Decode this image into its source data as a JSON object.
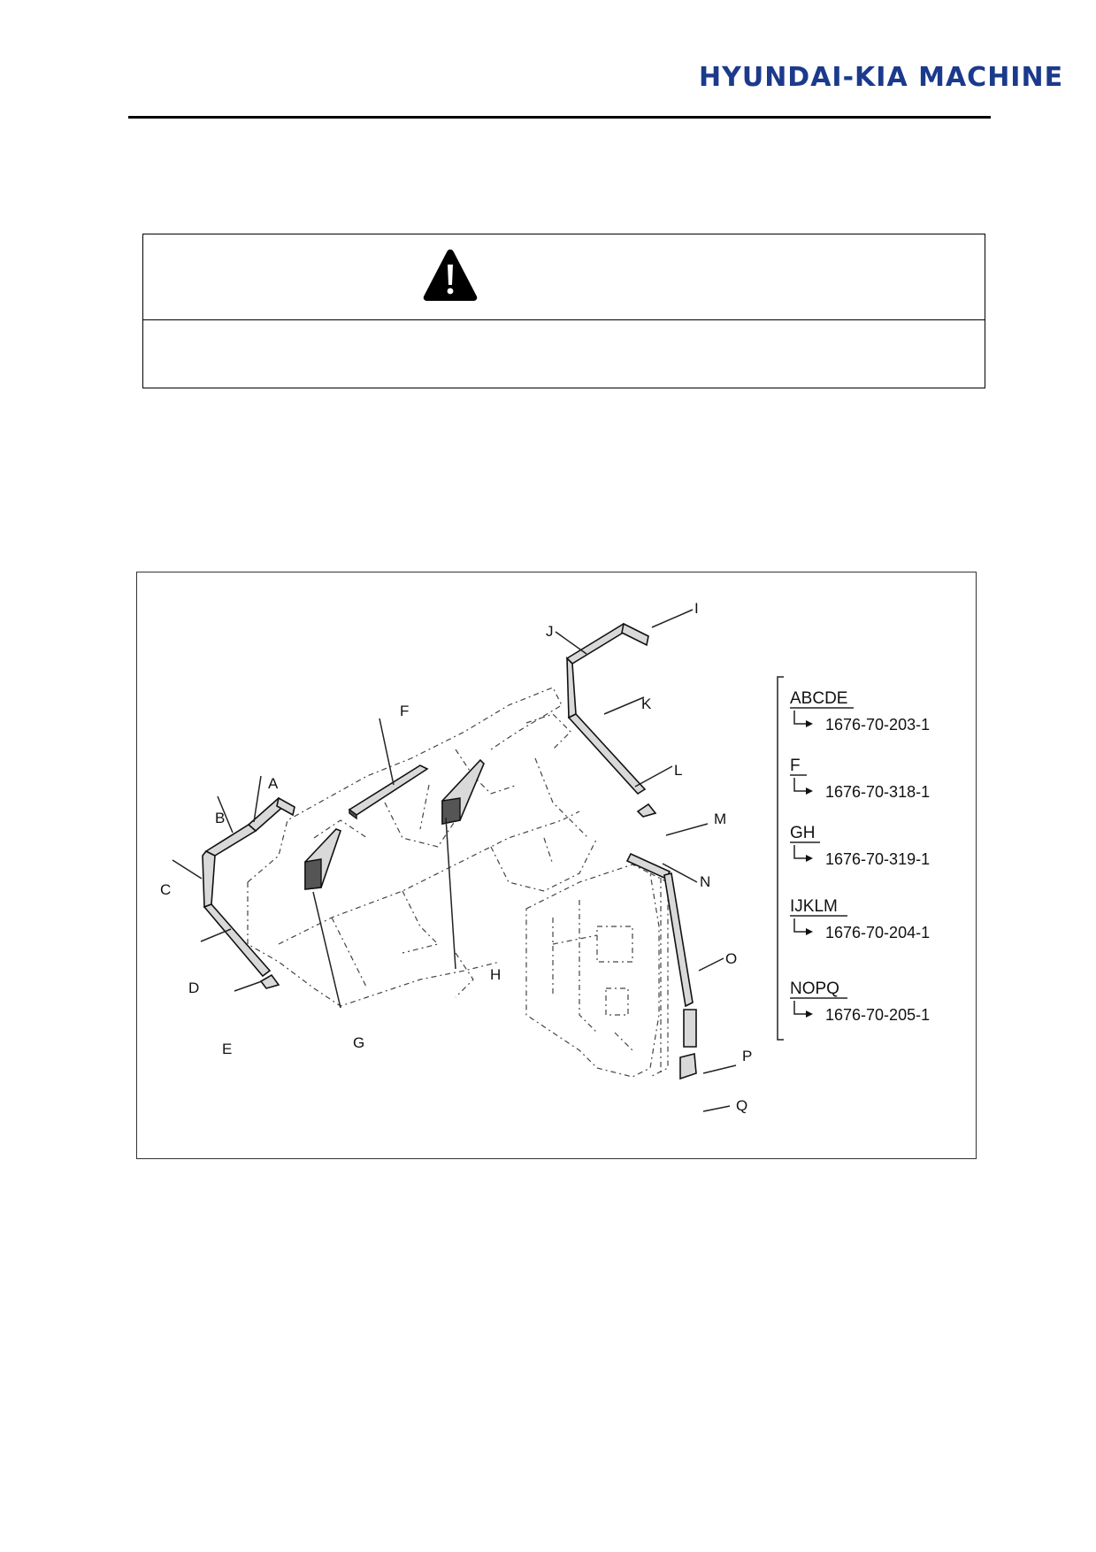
{
  "header": {
    "brand": "HYUNDAI-KIA MACHINE"
  },
  "warning": {
    "icon": "warning-triangle-icon"
  },
  "figure": {
    "labels": [
      "A",
      "B",
      "C",
      "D",
      "E",
      "F",
      "G",
      "H",
      "I",
      "J",
      "K",
      "L",
      "M",
      "N",
      "O",
      "P",
      "Q"
    ],
    "legend": [
      {
        "group": "ABCDE",
        "part": "1676-70-203-1"
      },
      {
        "group": "F",
        "part": "1676-70-318-1"
      },
      {
        "group": "GH",
        "part": "1676-70-319-1"
      },
      {
        "group": "IJKLM",
        "part": "1676-70-204-1"
      },
      {
        "group": "NOPQ",
        "part": "1676-70-205-1"
      }
    ]
  }
}
